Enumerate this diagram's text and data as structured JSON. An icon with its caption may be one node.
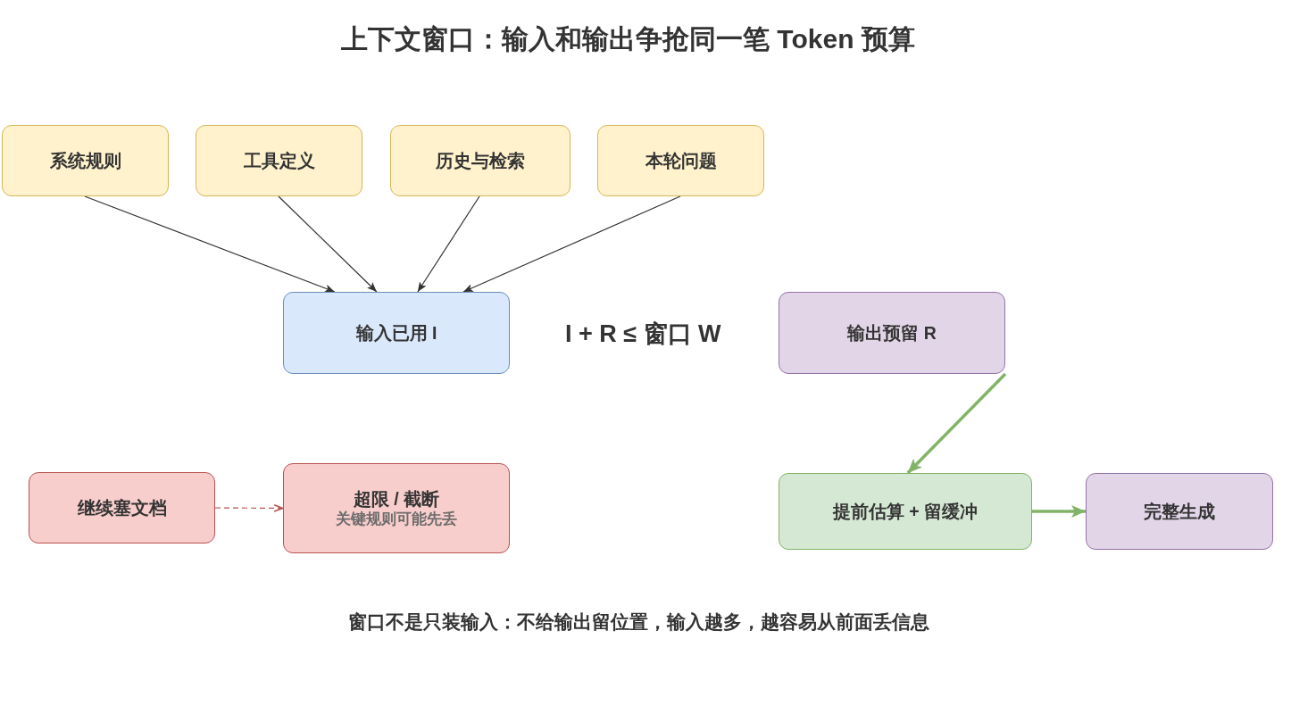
{
  "diagram": {
    "title": "上下文窗口：输入和输出争抢同一笔 Token 预算",
    "nodes": [
      {
        "text": [
          "系统规则"
        ]
      },
      {
        "text": [
          "工具定义"
        ]
      },
      {
        "text": [
          "历史与检索"
        ]
      },
      {
        "text": [
          "本轮问题"
        ]
      },
      {
        "text": [
          "输入已用 I"
        ]
      },
      {
        "text": [
          "输出预留 R"
        ]
      },
      {
        "text": [
          "继续塞文档"
        ]
      },
      {
        "text": [
          "超限 / 截断",
          "关键规则可能先丢"
        ]
      },
      {
        "text": [
          "提前估算 + 留缓冲"
        ]
      },
      {
        "text": [
          "完整生成"
        ]
      }
    ],
    "edges": [
      {
        "from": 0,
        "to": 4,
        "arrow": "to"
      },
      {
        "from": 1,
        "to": 4,
        "arrow": "to"
      },
      {
        "from": 2,
        "to": 4,
        "arrow": "to"
      },
      {
        "from": 3,
        "to": 4,
        "arrow": "to"
      },
      {
        "from": 6,
        "to": 7,
        "arrow": "to",
        "style": "dashed",
        "color": "#b85450"
      },
      {
        "from": 5,
        "to": 8,
        "arrow": "to",
        "style": "thick",
        "color": "#82b366"
      },
      {
        "from": 8,
        "to": 9,
        "arrow": "to",
        "style": "thick",
        "color": "#82b366"
      }
    ],
    "labels": [
      "I + R ≤ 窗口 W",
      "窗口不是只装输入：不给输出留位置，输入越多，越容易从前面丢信息"
    ]
  }
}
